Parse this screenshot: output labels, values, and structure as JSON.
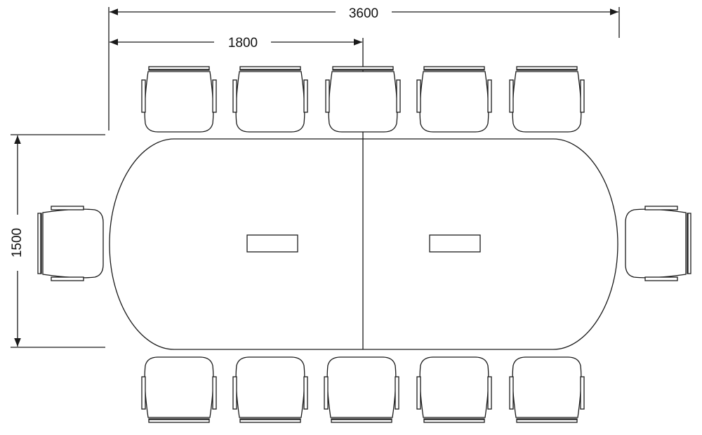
{
  "dimensions": {
    "total_width": "3600",
    "half_width": "1800",
    "depth": "1500"
  },
  "colors": {
    "line": "#1a1a1a",
    "background": "#ffffff"
  },
  "table": {
    "sections": 2,
    "power_boxes": 2
  },
  "chairs": {
    "top_count": 5,
    "bottom_count": 5,
    "left_count": 1,
    "right_count": 1,
    "total": 12
  }
}
